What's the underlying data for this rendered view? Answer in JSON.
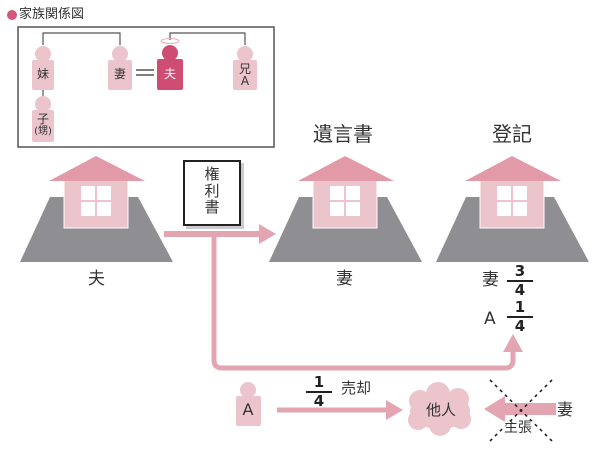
{
  "legend": {
    "title": "家族関係図",
    "dot_color": "#d4567a"
  },
  "family_tree": {
    "persons": [
      {
        "id": "sister",
        "label": "妹"
      },
      {
        "id": "wife",
        "label": "妻"
      },
      {
        "id": "husband",
        "label": "夫",
        "deceased": true
      },
      {
        "id": "brother",
        "label_line1": "兄",
        "label_line2": "A"
      },
      {
        "id": "child",
        "label_line1": "子",
        "label_line2": "(甥)"
      }
    ],
    "marriage_symbol": "="
  },
  "houses": [
    {
      "id": "husband-house",
      "heading": "",
      "owner": "夫"
    },
    {
      "id": "will-house",
      "heading": "遺言書",
      "owner": "妻"
    },
    {
      "id": "registry-house",
      "heading": "登記"
    }
  ],
  "title_deed": {
    "label_lines": [
      "権",
      "利",
      "書"
    ]
  },
  "registry_shares": [
    {
      "holder": "妻",
      "numerator": "3",
      "denominator": "4"
    },
    {
      "holder": "A",
      "numerator": "1",
      "denominator": "4"
    }
  ],
  "sale": {
    "seller": "A",
    "share_numerator": "1",
    "share_denominator": "4",
    "action": "売却",
    "buyer": "他人"
  },
  "claim": {
    "claimant": "妻",
    "action": "主張",
    "status": "rejected"
  },
  "colors": {
    "pink_light": "#ecc4cc",
    "pink_roof": "#e29aa8",
    "pink_arrow": "#e3a5b1",
    "husband_fill": "#cf4d72",
    "ground_gray": "#8e8e93",
    "frame": "#555555"
  }
}
